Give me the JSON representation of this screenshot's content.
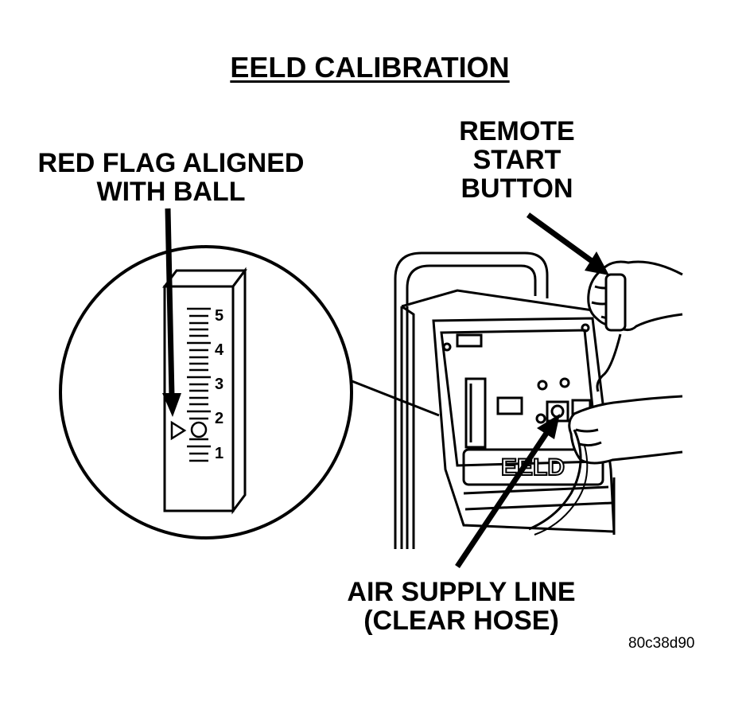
{
  "title": "EELD CALIBRATION",
  "labels": {
    "flag": "RED FLAG ALIGNED\nWITH BALL",
    "remote": "REMOTE\nSTART\nBUTTON",
    "air": "AIR SUPPLY LINE\n(CLEAR HOSE)"
  },
  "scale_ticks": [
    "5",
    "4",
    "3",
    "2",
    "1"
  ],
  "figure_id": "80c38d90",
  "panel_logo": "EELD"
}
